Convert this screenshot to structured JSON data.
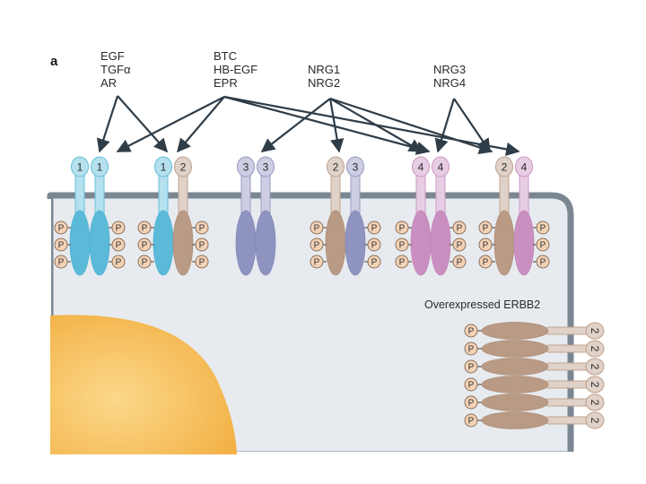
{
  "panel_label": "a",
  "ligand_groups": [
    {
      "lines": [
        "EGF",
        "TGFα",
        "AR"
      ]
    },
    {
      "lines": [
        "BTC",
        "HB-EGF",
        "EPR"
      ]
    },
    {
      "lines": [
        "NRG1",
        "NRG2"
      ]
    },
    {
      "lines": [
        "NRG3",
        "NRG4"
      ]
    }
  ],
  "dimers": [
    {
      "left": "1",
      "right": "1"
    },
    {
      "left": "1",
      "right": "2"
    },
    {
      "left": "3",
      "right": "3"
    },
    {
      "left": "2",
      "right": "3"
    },
    {
      "left": "4",
      "right": "4"
    },
    {
      "left": "2",
      "right": "4"
    }
  ],
  "phospho_label": "P",
  "overexpressed": {
    "label": "Overexpressed ERBB2",
    "receptor_number": "2"
  },
  "colors": {
    "erbb1": "#5bbad8",
    "erbb2": "#b99a85",
    "erbb3": "#8f93c0",
    "erbb4": "#c98fc1",
    "cell_fill": "#e7ebef",
    "membrane": "#7a8793",
    "nucleus": "#f5bc55",
    "arrow": "#2f3d48",
    "phospho_fill": "#f3d2b5"
  }
}
